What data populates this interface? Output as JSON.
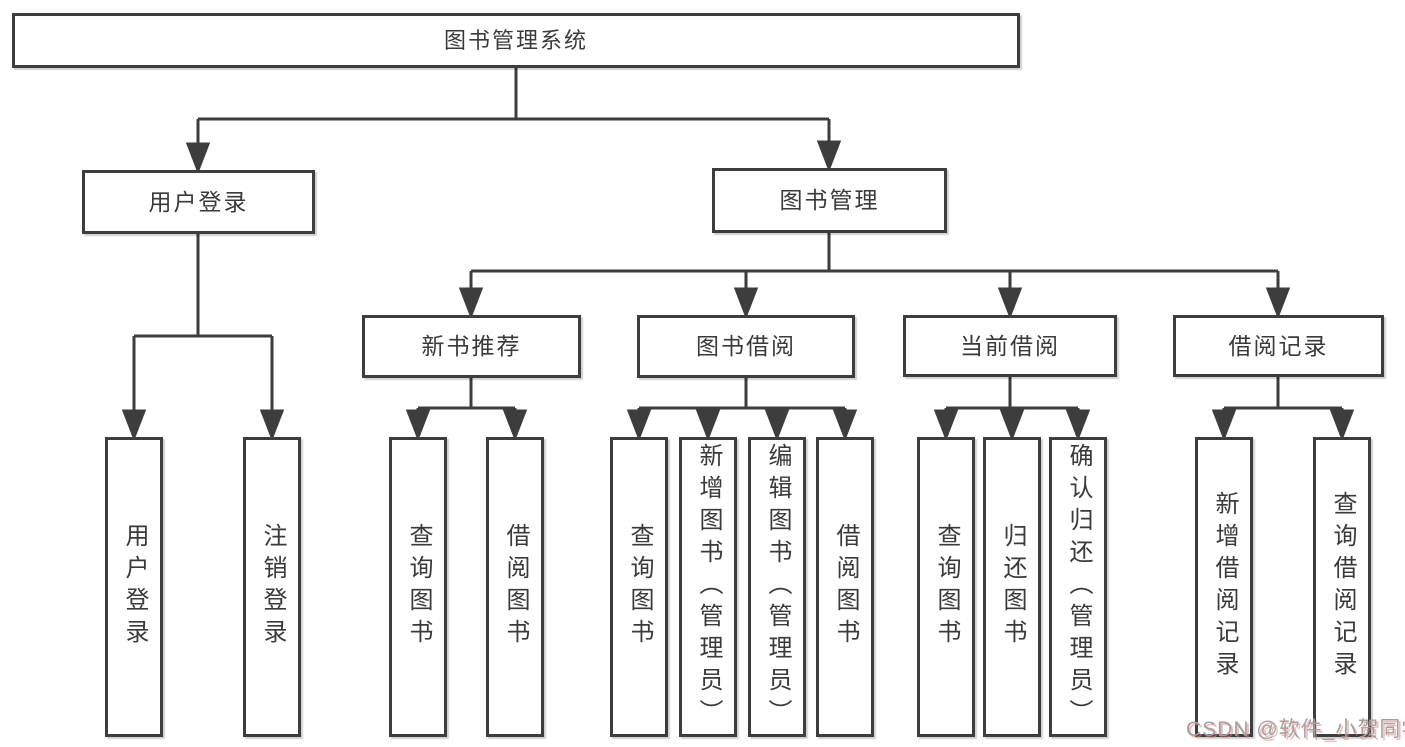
{
  "tree": {
    "label": "图书管理系统",
    "children": [
      {
        "label": "用户登录",
        "children": [
          {
            "label": "用户登录"
          },
          {
            "label": "注销登录"
          }
        ]
      },
      {
        "label": "图书管理",
        "children": [
          {
            "label": "新书推荐",
            "children": [
              {
                "label": "查询图书"
              },
              {
                "label": "借阅图书"
              }
            ]
          },
          {
            "label": "图书借阅",
            "children": [
              {
                "label": "查询图书"
              },
              {
                "label": "新增图书（管理员）"
              },
              {
                "label": "编辑图书（管理员）"
              },
              {
                "label": "借阅图书"
              }
            ]
          },
          {
            "label": "当前借阅",
            "children": [
              {
                "label": "查询图书"
              },
              {
                "label": "归还图书"
              },
              {
                "label": "确认归还（管理员）"
              }
            ]
          },
          {
            "label": "借阅记录",
            "children": [
              {
                "label": "新增借阅记录"
              },
              {
                "label": "查询借阅记录"
              }
            ]
          }
        ]
      }
    ]
  },
  "watermark": {
    "text": "CSDN @软件_小贺同学"
  },
  "colors": {
    "line": "#3d3d3d",
    "text": "#3a3a3a",
    "background": "#ffffff",
    "watermark": "#a2a2a2",
    "watermark_shadow": "#e78282"
  }
}
